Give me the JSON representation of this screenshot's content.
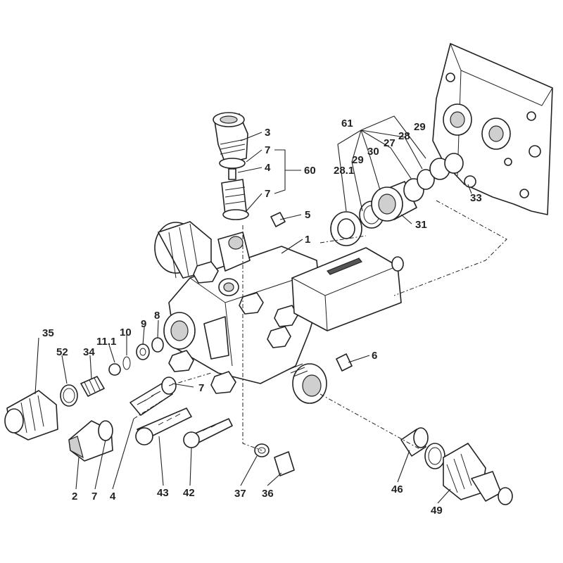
{
  "labels": {
    "p1": "1",
    "p2": "2",
    "p3": "3",
    "p4a": "4",
    "p4b": "4",
    "p5": "5",
    "p6": "6",
    "p7a": "7",
    "p7b": "7",
    "p7c": "7",
    "p7d": "7",
    "p8": "8",
    "p9": "9",
    "p10": "10",
    "p11_1": "11.1",
    "p27": "27",
    "p28": "28",
    "p28_1": "28.1",
    "p29a": "29",
    "p29b": "29",
    "p30": "30",
    "p31": "31",
    "p33": "33",
    "p34": "34",
    "p35": "35",
    "p36": "36",
    "p37": "37",
    "p42": "42",
    "p43": "43",
    "p46": "46",
    "p49": "49",
    "p52": "52",
    "p60": "60",
    "p61": "61"
  },
  "colors": {
    "line": "#222222",
    "fill": "#ffffff",
    "shade": "#cfcfcf"
  }
}
